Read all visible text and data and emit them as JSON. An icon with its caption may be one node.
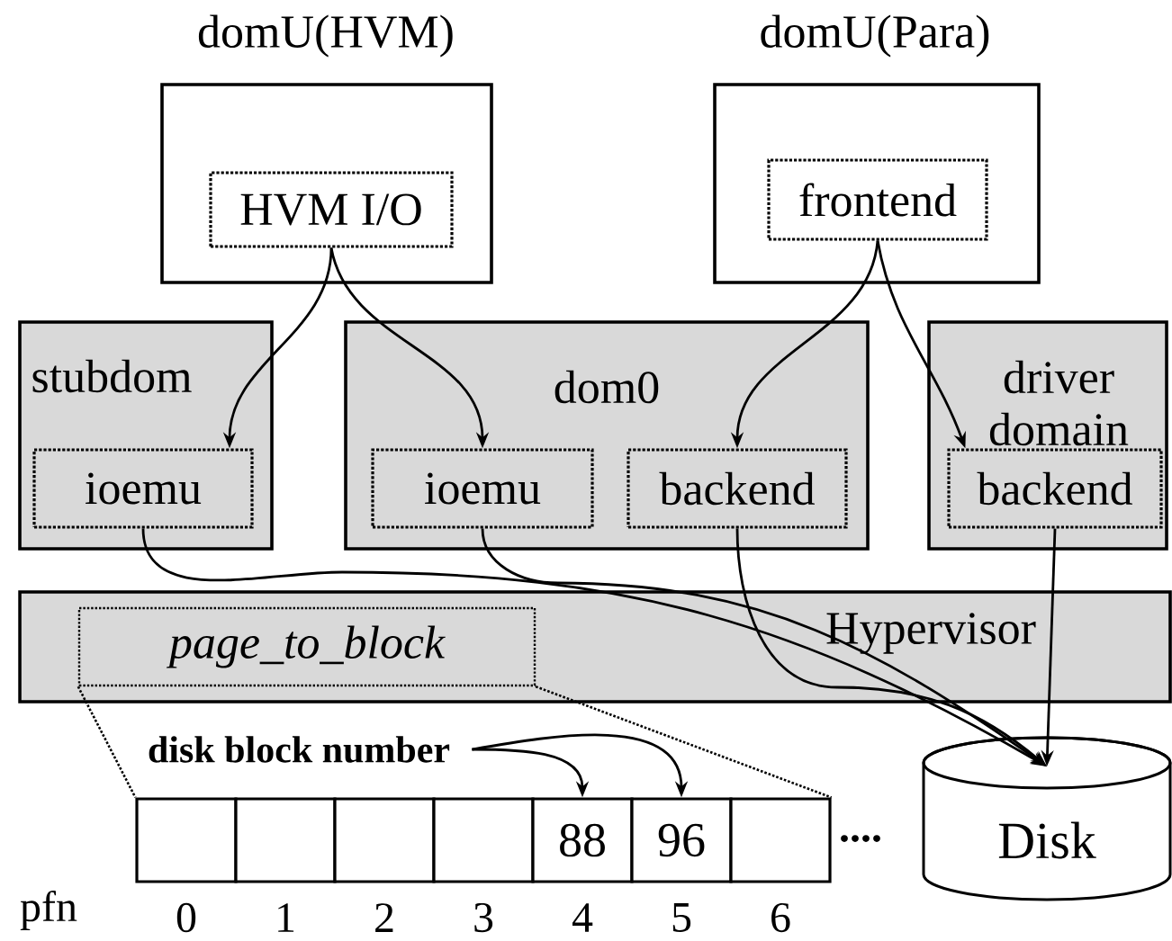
{
  "diagram": {
    "nodes": [
      {
        "text": [
          "domU(HVM)"
        ]
      },
      {
        "text": [
          "HVM I/O"
        ],
        "in": 0
      },
      {
        "text": [
          "domU(Para)"
        ]
      },
      {
        "text": [
          "frontend"
        ],
        "in": 2
      },
      {
        "text": [
          "stubdom"
        ]
      },
      {
        "text": [
          "ioemu"
        ],
        "in": 4
      },
      {
        "text": [
          "dom0"
        ]
      },
      {
        "text": [
          "ioemu"
        ],
        "in": 6
      },
      {
        "text": [
          "backend"
        ],
        "in": 6
      },
      {
        "text": [
          "driver domain"
        ]
      },
      {
        "text": [
          "backend"
        ],
        "in": 9
      },
      {
        "text": [
          "Hypervisor"
        ]
      },
      {
        "text": [
          "page_to_block"
        ],
        "in": 11
      },
      {
        "text": [
          "Disk"
        ]
      },
      {
        "text": [
          "disk block number"
        ]
      },
      {
        "text": [],
        "shape": "box"
      },
      {
        "text": [],
        "shape": "box"
      },
      {
        "text": [],
        "shape": "box"
      },
      {
        "text": [],
        "shape": "box"
      },
      {
        "text": [
          "88"
        ]
      },
      {
        "text": [
          "96"
        ]
      },
      {
        "text": [],
        "shape": "box"
      }
    ],
    "edges": [
      {
        "from": 1,
        "to": 5,
        "arrow": "to"
      },
      {
        "from": 1,
        "to": 7,
        "arrow": "to"
      },
      {
        "from": 3,
        "to": 8,
        "arrow": "to"
      },
      {
        "from": 3,
        "to": 10,
        "arrow": "to"
      },
      {
        "from": 5,
        "to": 13,
        "arrow": "to"
      },
      {
        "from": 7,
        "to": 13,
        "arrow": "to"
      },
      {
        "from": 8,
        "to": 13,
        "arrow": "to"
      },
      {
        "from": 10,
        "to": 13,
        "arrow": "to"
      },
      {
        "from": 14,
        "to": 19,
        "arrow": "to"
      },
      {
        "from": 14,
        "to": 20,
        "arrow": "to"
      },
      {
        "from": 12,
        "to": 15,
        "arrow": "none",
        "style": "dashed"
      },
      {
        "from": 12,
        "to": 21,
        "arrow": "none",
        "style": "dashed"
      }
    ],
    "labels": [
      "....",
      "pfn",
      "0",
      "1",
      "2",
      "3",
      "4",
      "5",
      "6"
    ]
  }
}
